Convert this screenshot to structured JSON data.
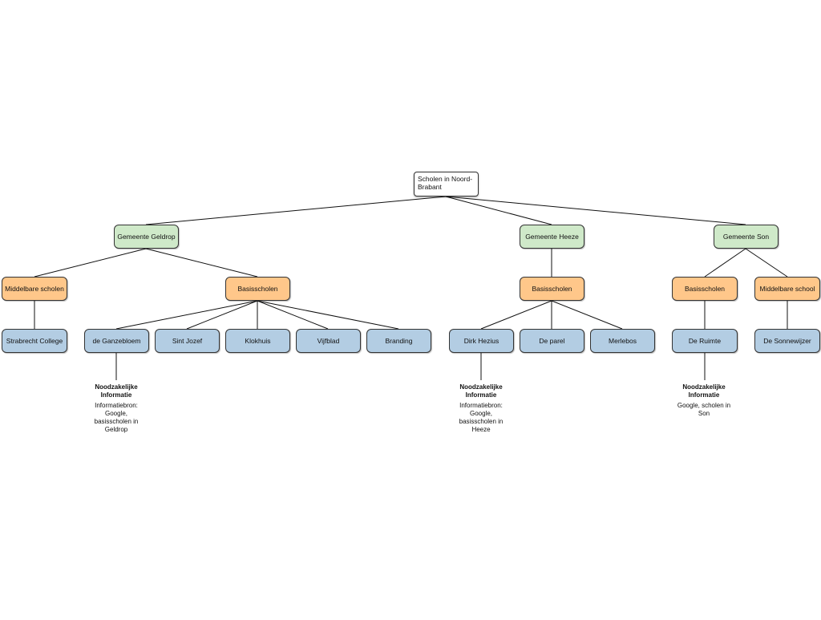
{
  "colors": {
    "root": "#ffffff",
    "gemeente": "#cfe9c9",
    "category": "#ffc78a",
    "school": "#b3cde3",
    "line": "#111111"
  },
  "root": {
    "label": "Scholen in Noord-Brabant"
  },
  "gemeenten": [
    {
      "label": "Gemeente Geldrop",
      "categories": [
        {
          "label": "Middelbare scholen",
          "schools": [
            "Strabrecht College"
          ]
        },
        {
          "label": "Basisscholen",
          "schools": [
            "de Ganzebloem",
            "Sint Jozef",
            "Klokhuis",
            "Vijfblad",
            "Branding"
          ]
        }
      ]
    },
    {
      "label": "Gemeente Heeze",
      "categories": [
        {
          "label": "Basisscholen",
          "schools": [
            "Dirk Hezius",
            "De parel",
            "Merlebos"
          ]
        }
      ]
    },
    {
      "label": "Gemeente Son",
      "categories": [
        {
          "label": "Basisscholen",
          "schools": [
            "De Ruimte"
          ]
        },
        {
          "label": "Middelbare school",
          "schools": [
            "De Sonnewijzer"
          ]
        }
      ]
    }
  ],
  "notes": [
    {
      "title": "Noodzakelijke Informatie",
      "text": "Informatiebron: Google, basisscholen in Geldrop"
    },
    {
      "title": "Noodzakelijke Informatie",
      "text": "Informatiebron: Google, basisscholen in Heeze"
    },
    {
      "title": "Noodzakelijke Informatie",
      "text": "Google, scholen in Son"
    }
  ]
}
